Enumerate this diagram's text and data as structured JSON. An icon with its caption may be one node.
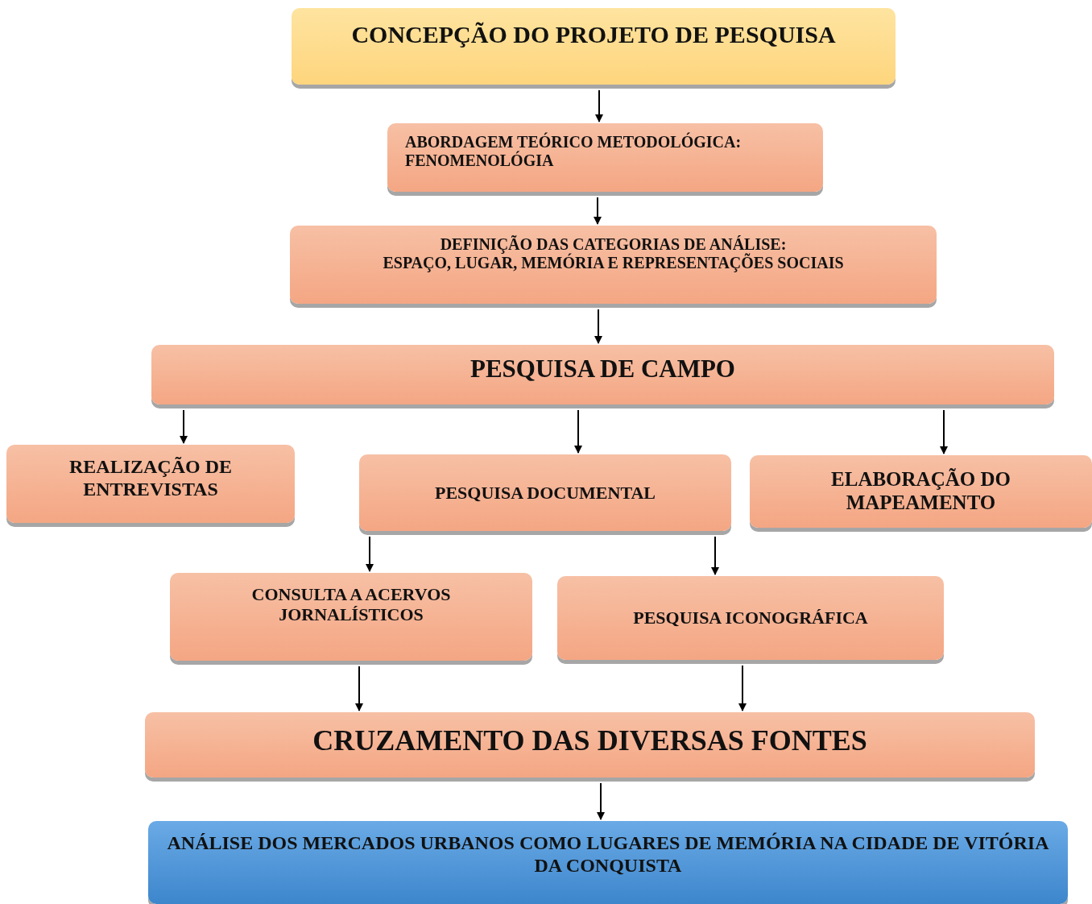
{
  "diagram": {
    "nodes": [
      {
        "text": [
          "CONCEPÇÃO DO PROJETO DE PESQUISA"
        ]
      },
      {
        "text": [
          "ABORDAGEM TEÓRICO METODOLÓGICA: FENOMENOLÓGIA"
        ]
      },
      {
        "text": [
          "DEFINIÇÃO DAS CATEGORIAS DE ANÁLISE:",
          "ESPAÇO, LUGAR, MEMÓRIA E REPRESENTAÇÕES SOCIAIS"
        ]
      },
      {
        "text": [
          "PESQUISA DE CAMPO"
        ]
      },
      {
        "text": [
          "REALIZAÇÃO DE ENTREVISTAS"
        ]
      },
      {
        "text": [
          "PESQUISA DOCUMENTAL"
        ]
      },
      {
        "text": [
          "ELABORAÇÃO DO MAPEAMENTO"
        ]
      },
      {
        "text": [
          "CONSULTA A ACERVOS JORNALÍSTICOS"
        ]
      },
      {
        "text": [
          "PESQUISA ICONOGRÁFICA"
        ]
      },
      {
        "text": [
          "CRUZAMENTO DAS DIVERSAS FONTES"
        ]
      },
      {
        "text": [
          "ANÁLISE DOS MERCADOS URBANOS COMO LUGARES DE MEMÓRIA NA CIDADE DE VITÓRIA DA CONQUISTA"
        ]
      }
    ],
    "edges": [
      {
        "from": 0,
        "to": 1,
        "arrow": "to"
      },
      {
        "from": 1,
        "to": 2,
        "arrow": "to"
      },
      {
        "from": 2,
        "to": 3,
        "arrow": "to"
      },
      {
        "from": 3,
        "to": 4,
        "arrow": "to"
      },
      {
        "from": 3,
        "to": 5,
        "arrow": "to"
      },
      {
        "from": 3,
        "to": 6,
        "arrow": "to"
      },
      {
        "from": 5,
        "to": 7,
        "arrow": "to"
      },
      {
        "from": 5,
        "to": 8,
        "arrow": "to"
      },
      {
        "from": 7,
        "to": 9,
        "arrow": "to"
      },
      {
        "from": 8,
        "to": 9,
        "arrow": "to"
      },
      {
        "from": 9,
        "to": 10,
        "arrow": "to"
      }
    ]
  }
}
